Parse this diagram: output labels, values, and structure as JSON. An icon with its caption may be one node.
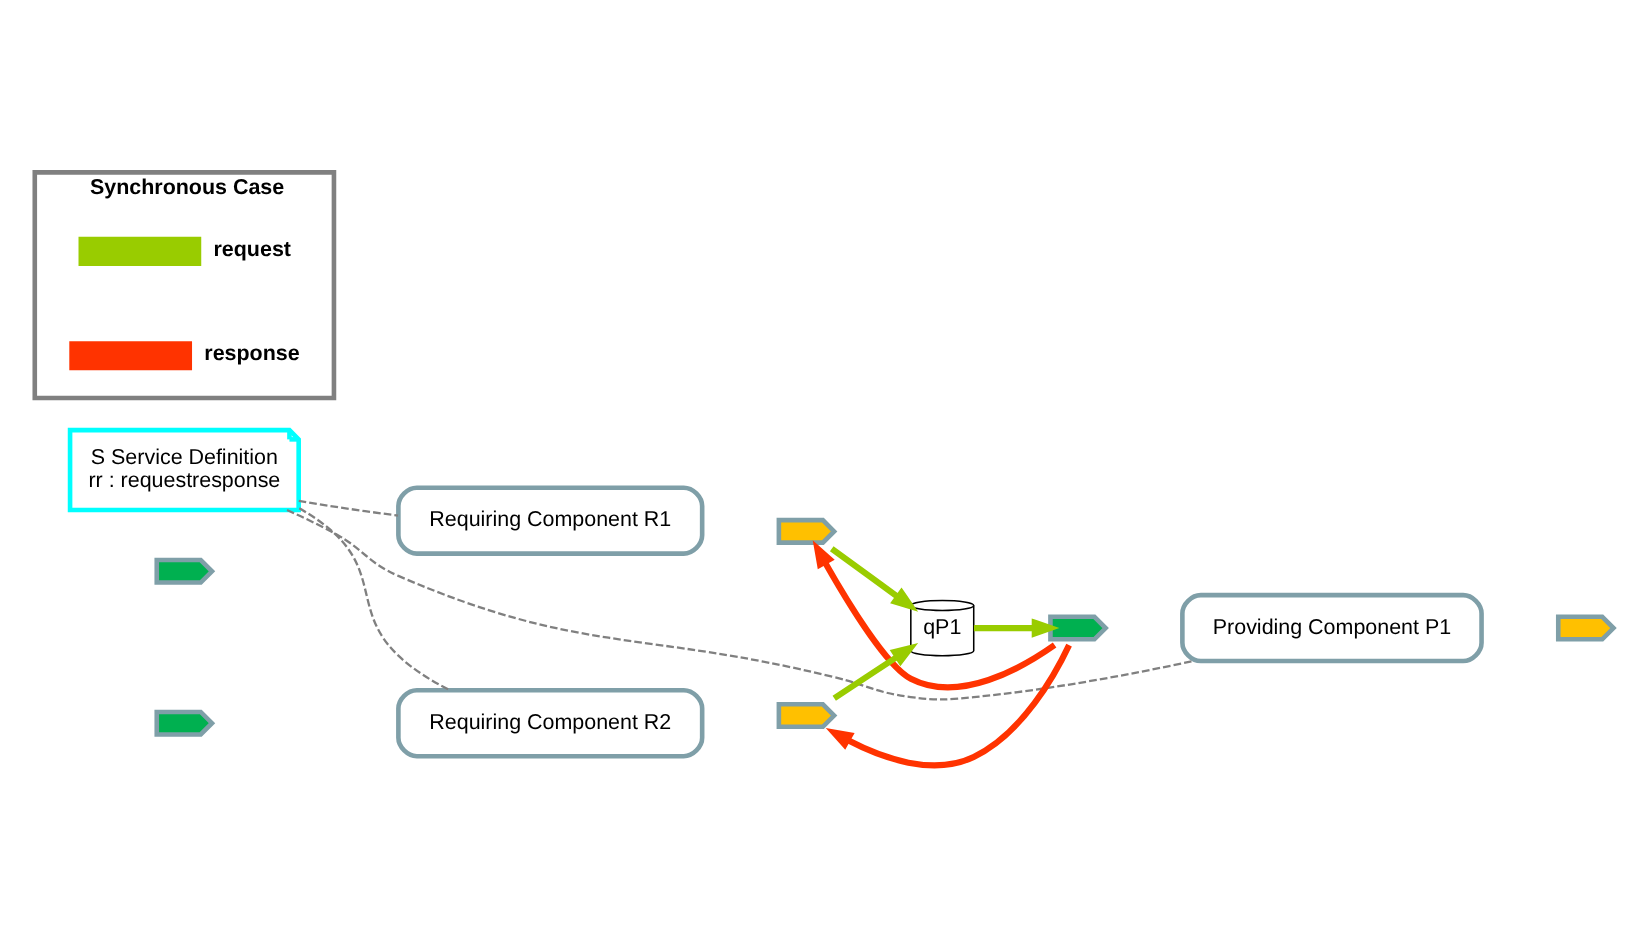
{
  "diagram": {
    "nodes": [
      {
        "text": [
          "S Service Definition",
          "rr : requestresponse"
        ]
      },
      {
        "text": [
          "Requiring Component R1"
        ]
      },
      {
        "text": [],
        "shape": "tag"
      },
      {
        "text": [],
        "shape": "tag"
      },
      {
        "text": [
          "qP1"
        ]
      },
      {
        "text": [
          "Providing Component P1"
        ]
      },
      {
        "text": [],
        "shape": "tag"
      },
      {
        "text": [],
        "shape": "tag"
      },
      {
        "text": [
          "Requiring Component R2"
        ]
      },
      {
        "text": [],
        "shape": "tag"
      },
      {
        "text": [],
        "shape": "tag"
      },
      {
        "text": [
          "Synchronous Case"
        ]
      }
    ],
    "edges": [
      {
        "from": 0,
        "to": 1,
        "arrow": "none",
        "style": "dashed",
        "color": "#808080"
      },
      {
        "from": 0,
        "to": 8,
        "arrow": "none",
        "style": "dashed",
        "color": "#808080"
      },
      {
        "from": 0,
        "to": 5,
        "arrow": "none",
        "style": "dashed",
        "color": "#808080"
      },
      {
        "from": 3,
        "to": 4,
        "arrow": "to",
        "color": "#99cc00"
      },
      {
        "from": 10,
        "to": 4,
        "arrow": "to",
        "color": "#99cc00"
      },
      {
        "from": 4,
        "to": 6,
        "arrow": "to",
        "color": "#99cc00"
      },
      {
        "from": 6,
        "to": 3,
        "arrow": "to",
        "color": "#ff3300"
      },
      {
        "from": 6,
        "to": 10,
        "arrow": "to",
        "color": "#ff3300"
      }
    ],
    "legend": [
      {
        "text": "request"
      },
      {
        "text": "response"
      }
    ]
  }
}
